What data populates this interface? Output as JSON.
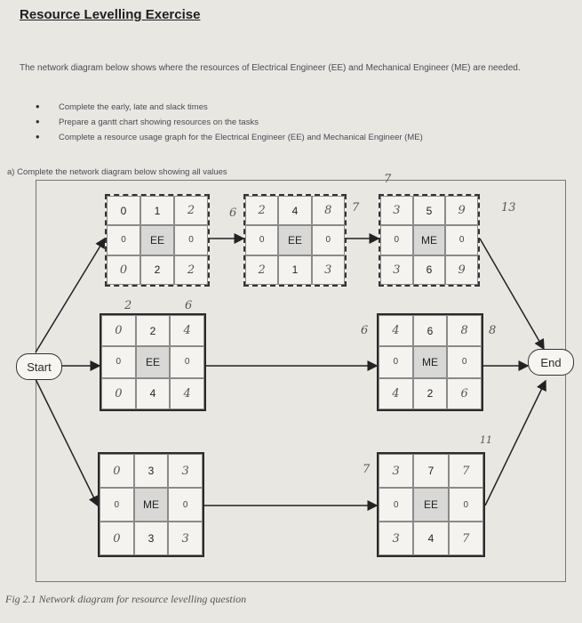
{
  "title": "Resource Levelling Exercise",
  "intro": "The network diagram below shows where the resources of Electrical Engineer (EE) and Mechanical Engineer (ME) are needed.",
  "bullets": [
    "Complete the early, late and slack times",
    "Prepare a gantt chart showing resources on the tasks",
    "Complete a resource usage graph for the Electrical Engineer (EE) and Mechanical Engineer (ME)"
  ],
  "question_a": "a)  Complete the network diagram below showing all values",
  "start_label": "Start",
  "end_label": "End",
  "nodes": {
    "n1": {
      "top": [
        "0",
        "1",
        "2"
      ],
      "mid": [
        "0",
        "EE",
        "0"
      ],
      "bot": [
        "0",
        "2",
        "2"
      ]
    },
    "n2": {
      "top": [
        "2",
        "4",
        "8"
      ],
      "mid": [
        "0",
        "EE",
        "0"
      ],
      "bot": [
        "2",
        "1",
        "3"
      ]
    },
    "n3": {
      "top": [
        "3",
        "5",
        "9"
      ],
      "mid": [
        "0",
        "ME",
        "0"
      ],
      "bot": [
        "3",
        "6",
        "9"
      ]
    },
    "n4": {
      "top": [
        "0",
        "2",
        "4"
      ],
      "mid": [
        "0",
        "EE",
        "0"
      ],
      "bot": [
        "0",
        "4",
        "4"
      ]
    },
    "n5": {
      "top": [
        "4",
        "6",
        "8"
      ],
      "mid": [
        "0",
        "ME",
        "0"
      ],
      "bot": [
        "4",
        "2",
        "6"
      ]
    },
    "n6": {
      "top": [
        "0",
        "3",
        "3"
      ],
      "mid": [
        "0",
        "ME",
        "0"
      ],
      "bot": [
        "0",
        "3",
        "3"
      ]
    },
    "n7": {
      "top": [
        "3",
        "7",
        "7"
      ],
      "mid": [
        "0",
        "EE",
        "0"
      ],
      "bot": [
        "3",
        "4",
        "7"
      ]
    }
  },
  "annotations": {
    "a_6": "6",
    "a_7a": "7",
    "a_7b": "7",
    "a_13": "13",
    "a_2": "2",
    "a_6b": "6",
    "a_6c": "6",
    "a_8": "8",
    "a_7c": "7",
    "a_11": "11"
  },
  "caption": "Fig 2.1 Network diagram for resource levelling question"
}
